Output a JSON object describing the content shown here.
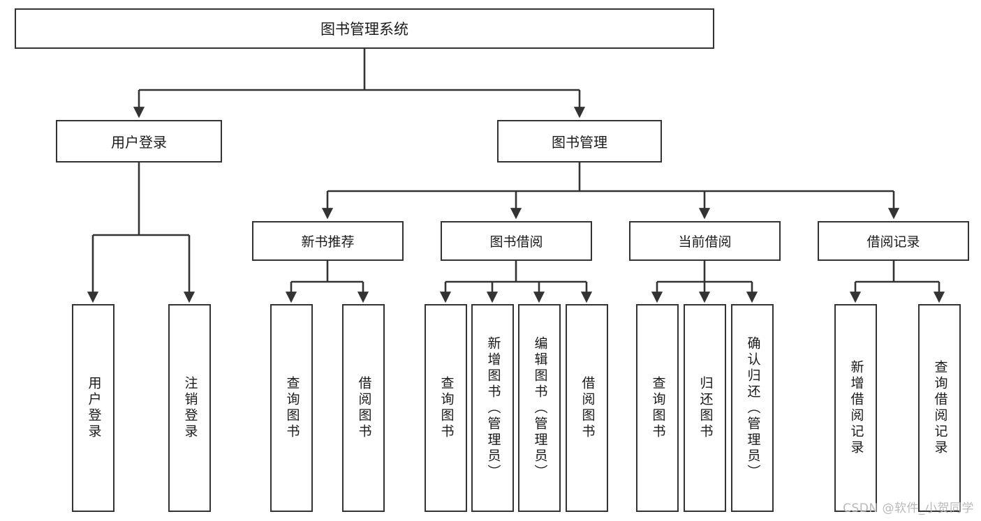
{
  "diagram": {
    "title": "图书管理系统",
    "type": "hierarchy-tree",
    "root": {
      "label": "图书管理系统"
    },
    "level1": [
      {
        "label": "用户登录"
      },
      {
        "label": "图书管理"
      }
    ],
    "level2": [
      {
        "label": "新书推荐"
      },
      {
        "label": "图书借阅"
      },
      {
        "label": "当前借阅"
      },
      {
        "label": "借阅记录"
      }
    ],
    "leaves": {
      "user_login": [
        {
          "label": "用户登录"
        },
        {
          "label": "注销登录"
        }
      ],
      "new_book_recommend": [
        {
          "label": "查询图书"
        },
        {
          "label": "借阅图书"
        }
      ],
      "book_borrow": [
        {
          "label": "查询图书"
        },
        {
          "label": "新增图书（管理员）"
        },
        {
          "label": "编辑图书（管理员）"
        },
        {
          "label": "借阅图书"
        }
      ],
      "current_borrow": [
        {
          "label": "查询图书"
        },
        {
          "label": "归还图书"
        },
        {
          "label": "确认归还（管理员）"
        }
      ],
      "borrow_record": [
        {
          "label": "新增借阅记录"
        },
        {
          "label": "查询借阅记录"
        }
      ]
    }
  },
  "watermark": {
    "text": "CSDN @软件_小贺同学"
  },
  "colors": {
    "border": "#333333",
    "background": "#ffffff",
    "text": "#1a1a1a",
    "watermark": "#b9b9b9"
  }
}
